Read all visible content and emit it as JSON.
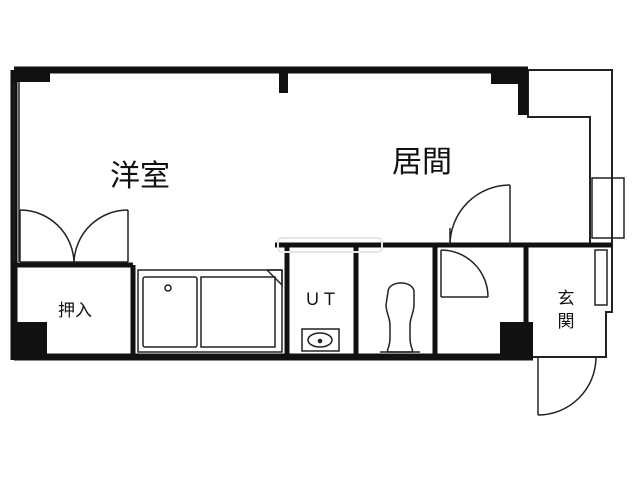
{
  "rooms": {
    "western_room": "洋室",
    "living_room": "居間",
    "closet": "押入",
    "utility": "ＵＴ",
    "entrance_top": "玄",
    "entrance_bottom": "関"
  },
  "colors": {
    "wall": "#111111",
    "line": "#222222",
    "background": "#ffffff",
    "watermark": "#e6e6e6"
  }
}
